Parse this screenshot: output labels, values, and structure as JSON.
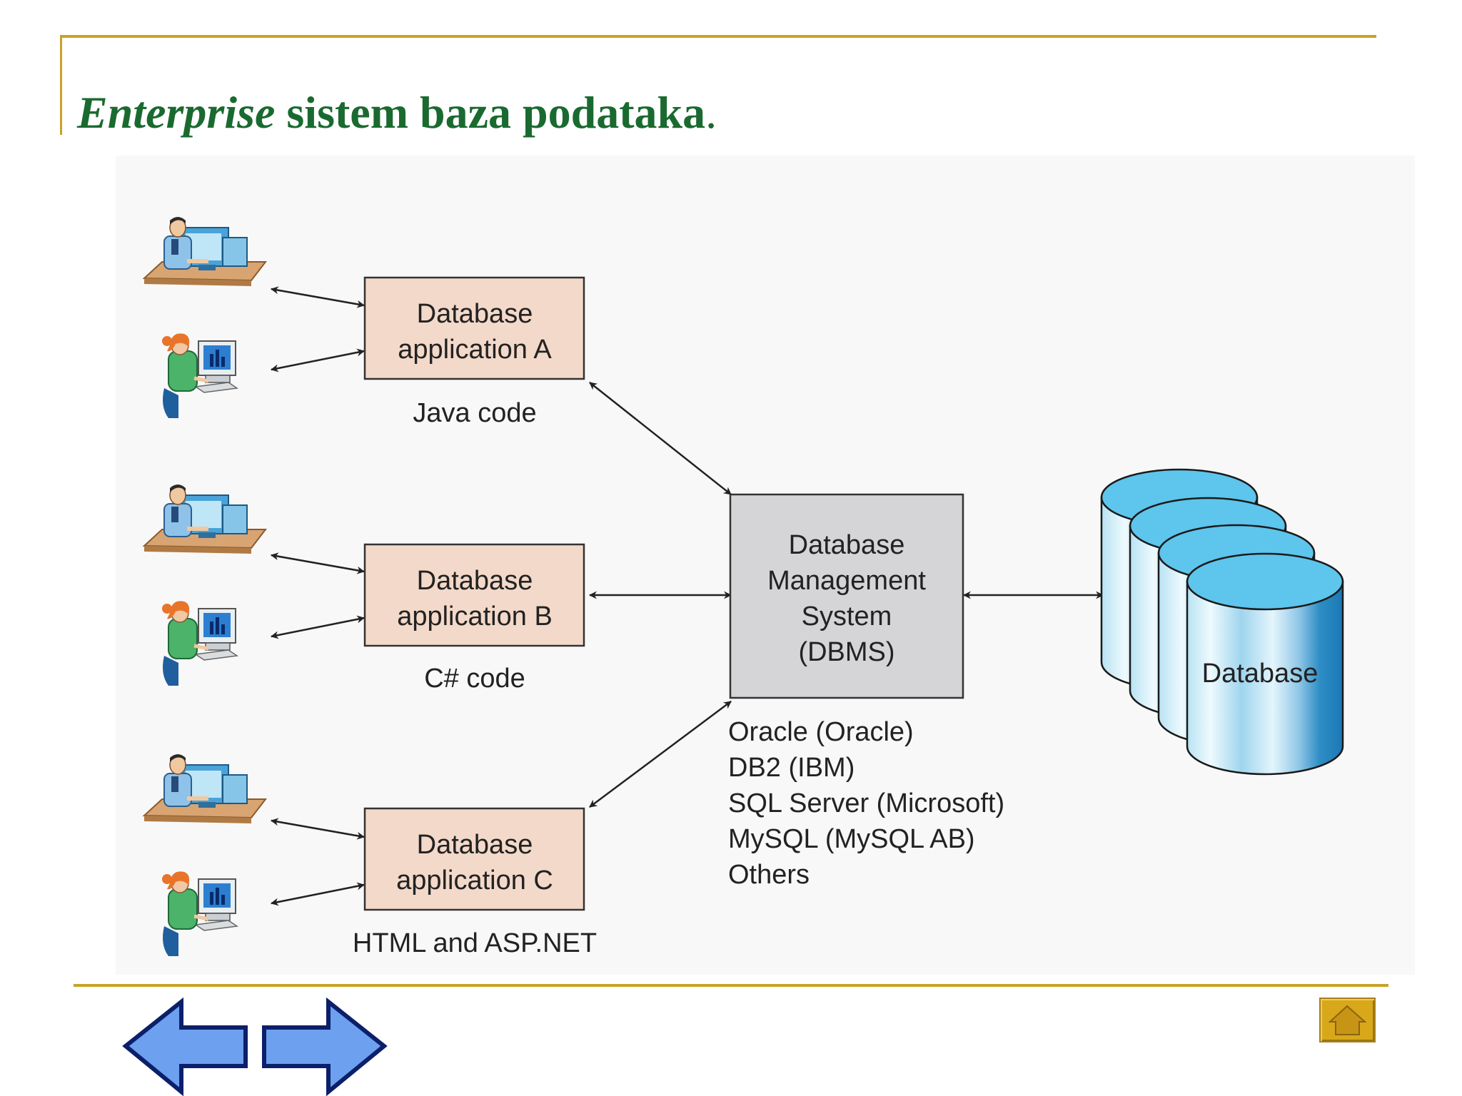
{
  "title": {
    "emphasis": "Enterprise",
    "rest": " sistem baza podataka",
    "period": "."
  },
  "applications": [
    {
      "line1": "Database",
      "line2": "application A",
      "code": "Java code"
    },
    {
      "line1": "Database",
      "line2": "application B",
      "code": "C# code"
    },
    {
      "line1": "Database",
      "line2": "application C",
      "code": "HTML and ASP.NET"
    }
  ],
  "dbms": {
    "lines": [
      "Database",
      "Management",
      "System",
      "(DBMS)"
    ],
    "vendors": [
      "Oracle (Oracle)",
      "DB2 (IBM)",
      "SQL Server (Microsoft)",
      "MySQL (MySQL AB)",
      "Others"
    ]
  },
  "database": {
    "label": "Database"
  },
  "colors": {
    "title": "#1a6a30",
    "rule": "#c9a227",
    "app_box": "#f3d9c9",
    "dbms_box": "#d5d5d8",
    "cylinder_top": "#5ec5ec",
    "nav_arrow": "#6da0ee",
    "home": "#d8a81a"
  },
  "icons": [
    "user-male-computer-icon",
    "user-female-computer-icon",
    "back-arrow-icon",
    "forward-arrow-icon",
    "home-icon"
  ]
}
